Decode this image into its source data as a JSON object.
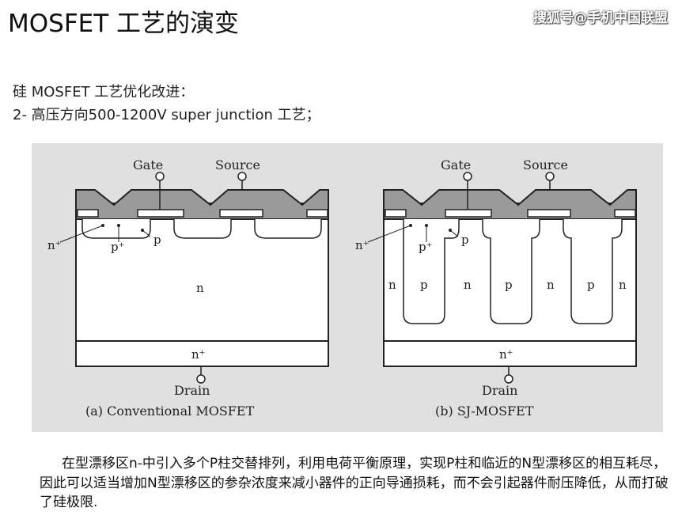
{
  "header": {
    "title": "MOSFET 工艺的演变",
    "watermark": "搜狐号@手机中国联盟"
  },
  "subtitle": {
    "line1": "硅 MOSFET 工艺优化改进：",
    "line2": "2- 高压方向500-1200V super junction  工艺；"
  },
  "diagram": {
    "left": {
      "gate": "Gate",
      "source": "Source",
      "n_plus": "n⁺",
      "p_plus": "p⁺",
      "p": "p",
      "n": "n",
      "n_plus_bottom": "n⁺",
      "drain": "Drain",
      "caption": "(a) Conventional MOSFET"
    },
    "right": {
      "gate": "Gate",
      "source": "Source",
      "n_plus": "n⁺",
      "p_plus": "p⁺",
      "p": "p",
      "column_labels": [
        "n",
        "p",
        "n",
        "p",
        "n",
        "p",
        "n"
      ],
      "n_plus_bottom": "n⁺",
      "drain": "Drain",
      "caption": "(b) SJ-MOSFET"
    },
    "colors": {
      "background": "#e0e0e0",
      "oxide": "#9a9a9a",
      "silicon": "#ffffff",
      "outline": "#222222"
    }
  },
  "caption": {
    "text": "在型漂移区n-中引入多个P柱交替排列，利用电荷平衡原理，实现P柱和临近的N型漂移区的相互耗尽，因此可以适当增加N型漂移区的参杂浓度来减小器件的正向导通损耗，而不会引起器件耐压降低，从而打破了硅极限."
  }
}
